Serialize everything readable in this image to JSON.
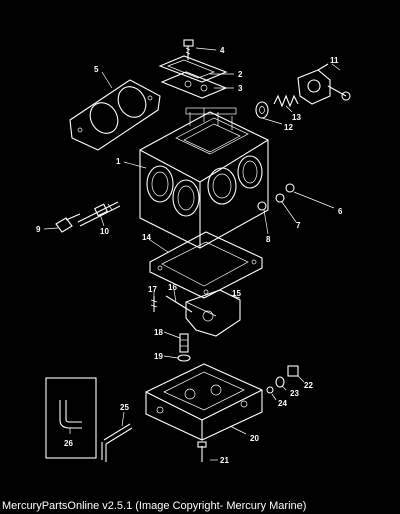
{
  "caption": "MercuryPartsOnline v2.5.1 (Image Copyright- Mercury Marine)",
  "colors": {
    "background": "#000000",
    "lines": "#ffffff"
  },
  "part_numbers": [
    "1",
    "2",
    "3",
    "4",
    "5",
    "6",
    "7",
    "8",
    "9",
    "10",
    "11",
    "12",
    "13",
    "14",
    "15",
    "16",
    "17",
    "18",
    "19",
    "20",
    "21",
    "22",
    "23",
    "24",
    "25",
    "26"
  ]
}
